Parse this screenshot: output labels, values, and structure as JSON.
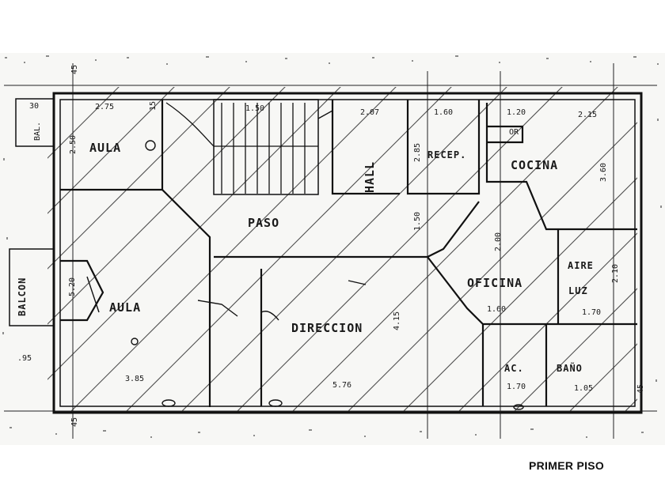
{
  "caption": "PRIMER PISO",
  "rooms": {
    "aula_top": "AULA",
    "paso": "PASO",
    "hall": "HALL",
    "recep": "RECEP.",
    "cocina": "COCINA",
    "aire_luz_1": "AIRE",
    "aire_luz_2": "LUZ",
    "oficina": "OFICINA",
    "aula_left": "AULA",
    "direccion": "DIRECCION",
    "ac": "AC.",
    "bano": "BAÑO",
    "balcon_top": "BAL.",
    "balcon_left": "BALCON",
    "or": "OR"
  },
  "dimensions": {
    "d_275": "2.75",
    "d_150": "1.50",
    "d_207": "2.07",
    "d_160": "1.60",
    "d_215": "2.15",
    "d_120": "1.20",
    "d_160b": "1.60",
    "d_170": "1.70",
    "d_170b": "1.70",
    "d_105": "1.05",
    "d_385": "3.85",
    "d_576": "5.76",
    "d_415": "4.15",
    "d_250": "2.50",
    "d_285": "2.85",
    "d_150v": "1.50",
    "d_200": "2.00",
    "d_520": "5.20",
    "d_360": "3.60",
    "d_210": "2.10",
    "d_030": "30",
    "d_095": ".95",
    "d_045a": "45",
    "d_045b": "45",
    "d_045c": "45",
    "d_015": "15"
  }
}
